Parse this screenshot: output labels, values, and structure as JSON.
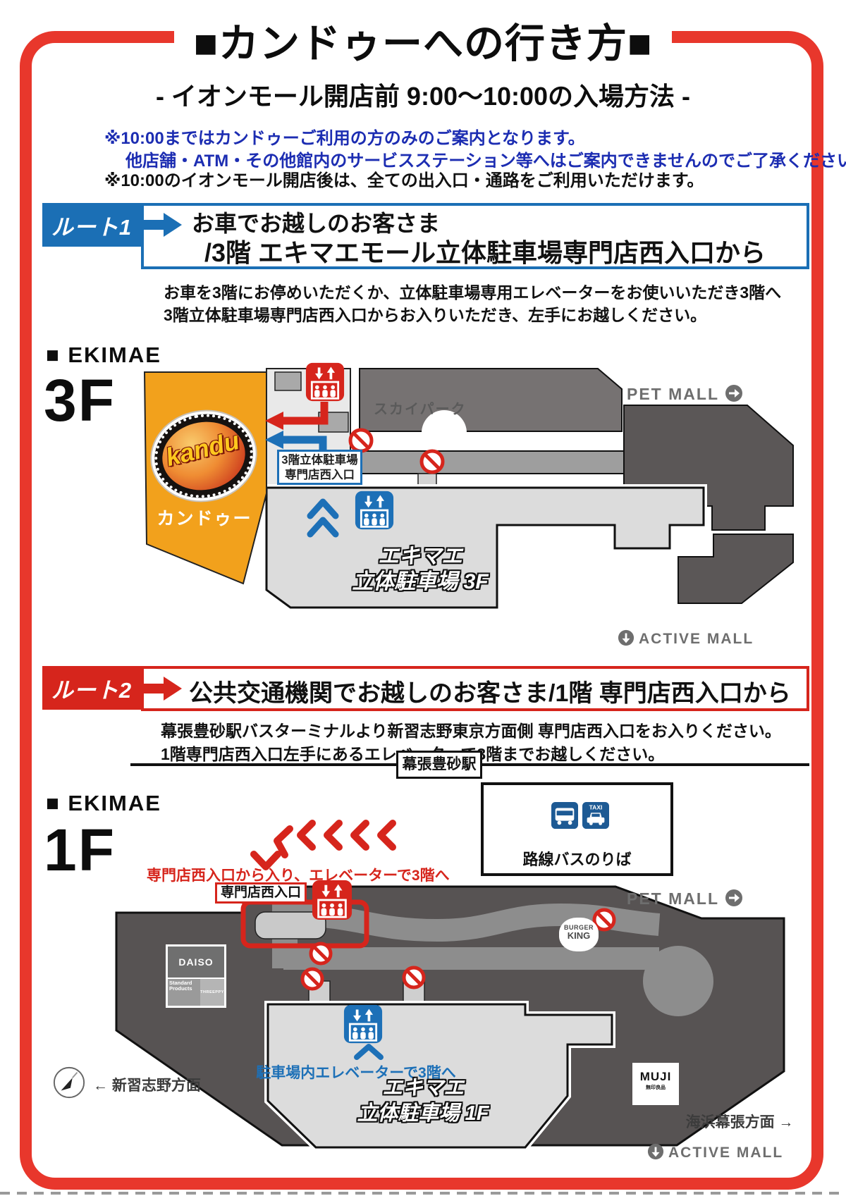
{
  "title": "■カンドゥーへの行き方■",
  "subtitle": "- イオンモール開店前 9:00～10:00の入場方法 -",
  "notes": {
    "line1": "※10:00まではカンドゥーご利用の方のみのご案内となります。",
    "line2": "他店舗・ATM・その他館内のサービスステーション等へはご案内できませんのでご了承ください。",
    "line3": "※10:00のイオンモール開店後は、全ての出入口・通路をご利用いただけます。"
  },
  "route1": {
    "badge": "ルート1",
    "title_line1": "お車でお越しのお客さま",
    "title_line2": "/3階 エキマエモール立体駐車場専門店西入口から",
    "desc_line1": "お車を3階にお停めいただくか、立体駐車場専用エレベーターをお使いいただき3階へ",
    "desc_line2": "3階立体駐車場専門店西入口からお入りいただき、左手にお越しください。"
  },
  "map3f": {
    "area_label": "■ EKIMAE",
    "floor": "3F",
    "kandu": "kandu",
    "kandu_jp": "カンドゥー",
    "skypark": "スカイパーク",
    "entrance_line1": "3階立体駐車場",
    "entrance_line2": "専門店西入口",
    "parking_line1": "エキマエ",
    "parking_line2": "立体駐車場 3F",
    "pet_mall": "PET MALL",
    "active_mall": "ACTIVE MALL"
  },
  "route2": {
    "badge": "ルート2",
    "title": "公共交通機関でお越しのお客さま/1階 専門店西入口から",
    "desc_line1": "幕張豊砂駅バスターミナルより新習志野東京方面側 専門店西入口をお入りください。",
    "desc_line2": "1階専門店西入口左手にあるエレベーターで3階までお越しください。"
  },
  "station": {
    "name": "幕張豊砂駅"
  },
  "map1f": {
    "area_label": "■ EKIMAE",
    "floor": "1F",
    "bus_label": "路線バスのりば",
    "taxi": "TAXI",
    "guide_red": "専門店西入口から入り、エレベーターで3階へ",
    "entrance": "専門店西入口",
    "daiso": "DAISO",
    "standard_products": "Standard Products",
    "threeppy": "THREEPPY",
    "burger1": "BURGER",
    "burger2": "KING",
    "muji": "MUJI",
    "muji_jp": "無印良品",
    "elevator_note": "駐車場内エレベーターで3階へ",
    "parking_line1": "エキマエ",
    "parking_line2": "立体駐車場 1F",
    "pet_mall": "PET MALL",
    "active_mall": "ACTIVE MALL",
    "dir_west": "← 新習志野方面",
    "dir_east": "海浜幕張方面 →"
  }
}
